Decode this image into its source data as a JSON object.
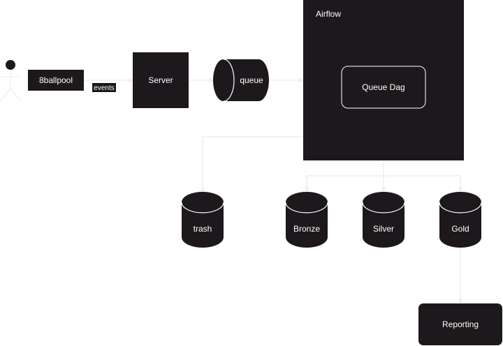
{
  "diagram": {
    "colors": {
      "node_fill": "#1c181b",
      "node_text": "#ffffff",
      "edge": "#e6e6e6",
      "actor": "#1c181b"
    },
    "actor": {
      "label": ""
    },
    "nodes": {
      "eightballpool": {
        "label": "8ballpool"
      },
      "server": {
        "label": "Server"
      },
      "queue": {
        "label": "queue"
      },
      "airflow": {
        "label": "Airflow"
      },
      "queue_dag": {
        "label": "Queue Dag"
      },
      "trash": {
        "label": "trash"
      },
      "bronze": {
        "label": "Bronze"
      },
      "silver": {
        "label": "Silver"
      },
      "gold": {
        "label": "Gold"
      },
      "reporting": {
        "label": "Reporting"
      }
    },
    "edges": {
      "events": {
        "label": "events"
      }
    }
  }
}
